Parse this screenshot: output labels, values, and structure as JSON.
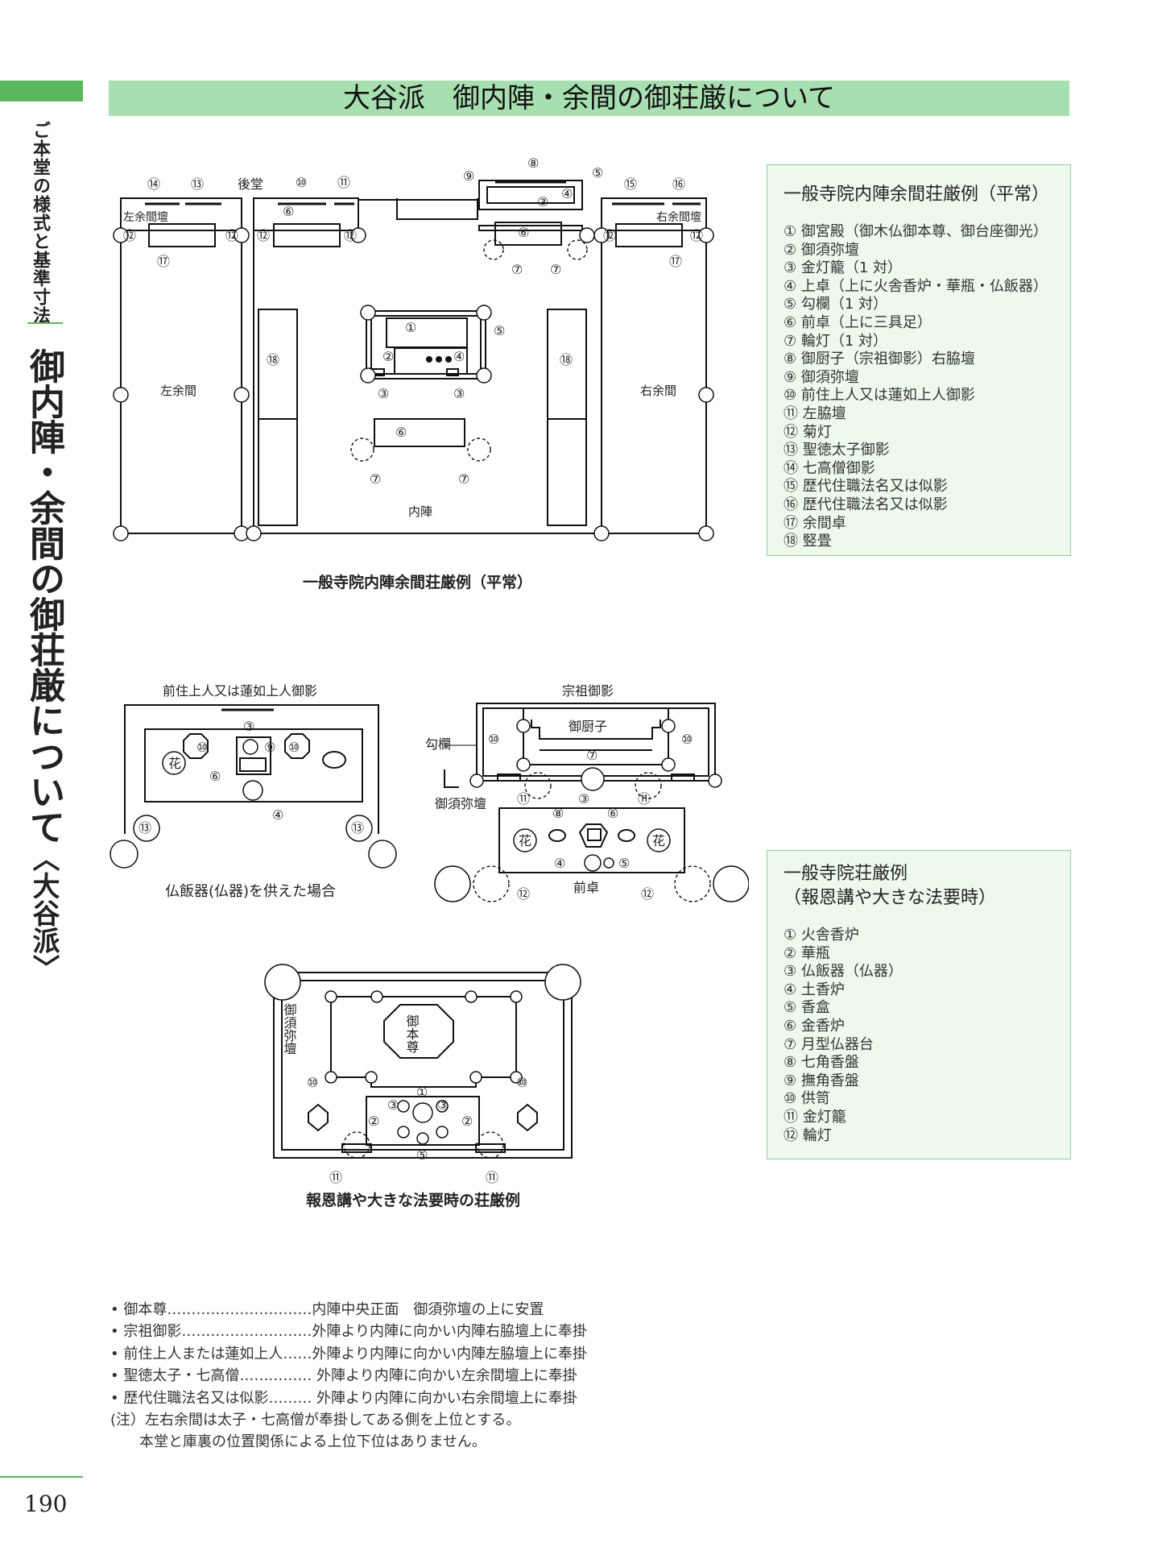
{
  "side": {
    "chapter": "ご本堂の様式と基準寸法",
    "section_main": "御内陣・余間の御荘厳について",
    "section_sub": "〈大谷派〉",
    "page_number": "190"
  },
  "banner": {
    "title": "大谷派　御内陣・余間の御荘厳について"
  },
  "diagram1": {
    "caption": "一般寺院内陣余間荘厳例（平常）",
    "labels": {
      "ushirodo": "後堂",
      "hidari_yoma_dan": "左余間壇",
      "migi_yoma_dan": "右余間壇",
      "hidari_yoma": "左余間",
      "migi_yoma": "右余間",
      "naijin": "内陣"
    }
  },
  "legend1": {
    "title": "一般寺院内陣余間荘厳例（平常）",
    "items": [
      "① 御宮殿（御木仏御本尊、御台座御光）",
      "② 御須弥壇",
      "③ 金灯籠（1 対）",
      "④ 上卓（上に火舎香炉・華瓶・仏飯器）",
      "⑤ 勾欄（1 対）",
      "⑥ 前卓（上に三具足）",
      "⑦ 輪灯（1 対）",
      "⑧ 御厨子（宗祖御影）右脇壇",
      "⑨ 御須弥壇",
      "⑩ 前住上人又は蓮如上人御影",
      "⑪ 左脇壇",
      "⑫ 菊灯",
      "⑬ 聖徳太子御影",
      "⑭ 七高僧御影",
      "⑮ 歴代住職法名又は似影",
      "⑯ 歴代住職法名又は似影",
      "⑰ 余間卓",
      "⑱ 竪畳"
    ]
  },
  "diagram2": {
    "title": "前住上人又は蓮如上人御影",
    "caption": "仏飯器(仏器)を供えた場合",
    "hana": "花"
  },
  "diagram3": {
    "title": "宗祖御影",
    "zushi": "御厨子",
    "kouran": "勾欄",
    "shumidan": "御須弥壇",
    "maejoku": "前卓",
    "hana": "花"
  },
  "diagram4": {
    "caption": "報恩講や大きな法要時の荘厳例",
    "shumidan": "御須弥壇",
    "gohonzon": "御本尊"
  },
  "legend2": {
    "title_line1": "一般寺院荘厳例",
    "title_line2": "（報恩講や大きな法要時）",
    "items": [
      "① 火舎香炉",
      "② 華瓶",
      "③ 仏飯器（仏器）",
      "④ 土香炉",
      "⑤ 香盒",
      "⑥ 金香炉",
      "⑦ 月型仏器台",
      "⑧ 七角香盤",
      "⑨ 撫角香盤",
      "⑩ 供笥",
      "⑪ 金灯籠",
      "⑫ 輪灯"
    ]
  },
  "notes": [
    "• 御本尊…………………………内陣中央正面　御須弥壇の上に安置",
    "• 宗祖御影………………………外陣より内陣に向かい内陣右脇壇上に奉掛",
    "• 前住上人または蓮如上人……外陣より内陣に向かい内陣左脇壇上に奉掛",
    "• 聖徳太子・七高僧…………… 外陣より内陣に向かい左余間壇上に奉掛",
    "• 歴代住職法名又は似影……… 外陣より内陣に向かい右余間壇上に奉掛",
    "(注）左右余間は太子・七高僧が奉掛してある側を上位とする。",
    "　　本堂と庫裏の位置関係による上位下位はありません。"
  ]
}
